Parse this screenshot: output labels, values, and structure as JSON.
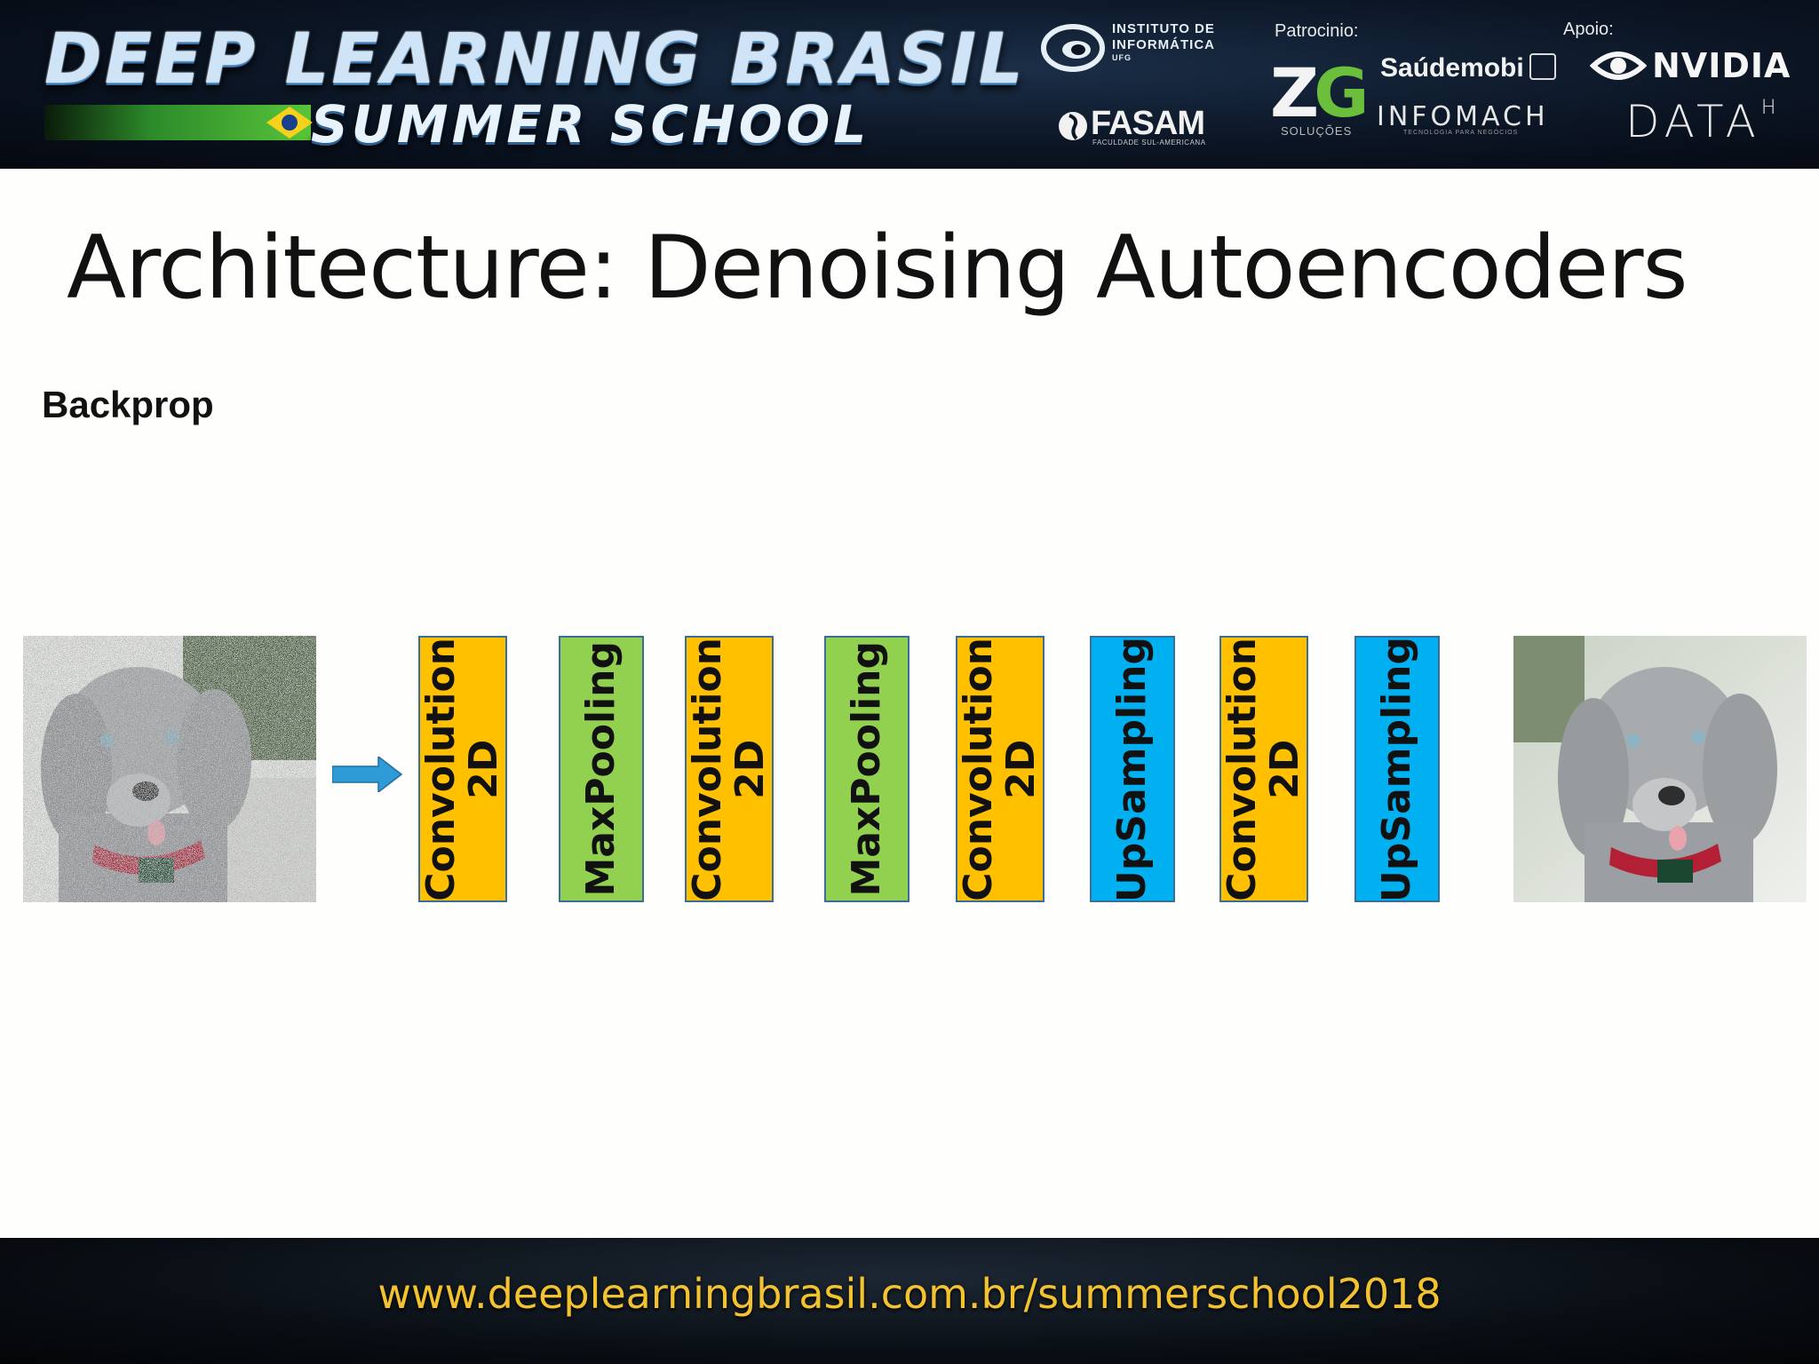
{
  "banner": {
    "title": "DEEP LEARNING BRASIL",
    "subtitle": "SUMMER SCHOOL",
    "logos": {
      "ufg_line1": "INSTITUTO DE",
      "ufg_line2": "INFORMÁTICA",
      "ufg_line3": "UFG",
      "fasam": "FASAM",
      "fasam_sub": "FACULDADE SUL-AMERICANA",
      "sponsor_label": "Patrocinio:",
      "zg_sub": "SOLUÇÕES",
      "saudemobi": "Saúdemobi",
      "infomach": "INFOMACH",
      "infomach_sub": "TECNOLOGIA PARA NEGÓCIOS",
      "support_label": "Apoio:",
      "nvidia": "NVIDIA",
      "datah": "DATA",
      "datah_sup": "H"
    }
  },
  "slide": {
    "title": "Architecture: Denoising Autoencoders",
    "subtitle": "Backprop"
  },
  "pipeline": {
    "layers": [
      {
        "label": "Convolution\n2D",
        "kind": "conv"
      },
      {
        "label": "MaxPooling",
        "kind": "pool"
      },
      {
        "label": "Convolution\n2D",
        "kind": "conv"
      },
      {
        "label": "MaxPooling",
        "kind": "pool"
      },
      {
        "label": "Convolution\n2D",
        "kind": "conv"
      },
      {
        "label": "UpSampling",
        "kind": "up"
      },
      {
        "label": "Convolution\n2D",
        "kind": "conv"
      },
      {
        "label": "UpSampling",
        "kind": "up"
      }
    ],
    "colors": {
      "conv": "#ffc000",
      "pool": "#92d050",
      "up": "#00b0f0",
      "arrow": "#2e9bd6"
    }
  },
  "footer": {
    "url": "www.deeplearningbrasil.com.br/summerschool2018"
  }
}
